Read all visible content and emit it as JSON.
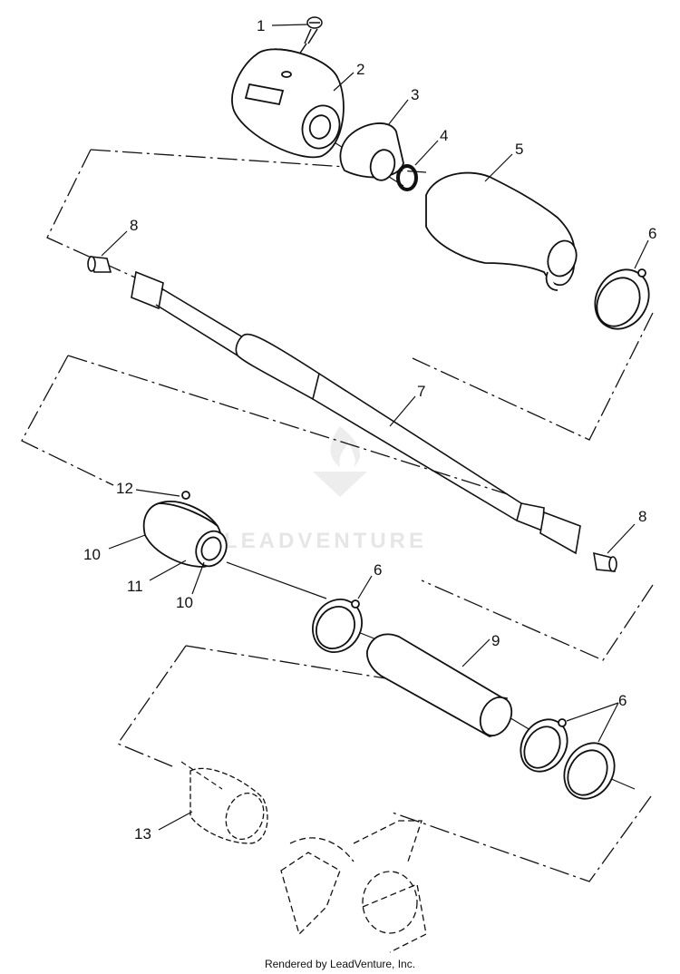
{
  "watermark": {
    "text": "LEADVENTURE"
  },
  "footer": {
    "credit": "Rendered by LeadVenture, Inc."
  },
  "callouts": {
    "c1": "1",
    "c2": "2",
    "c3": "3",
    "c4": "4",
    "c5": "5",
    "c6a": "6",
    "c6b": "6",
    "c6c": "6",
    "c7": "7",
    "c8a": "8",
    "c8b": "8",
    "c9": "9",
    "c10a": "10",
    "c10b": "10",
    "c11": "11",
    "c12": "12",
    "c13": "13"
  }
}
